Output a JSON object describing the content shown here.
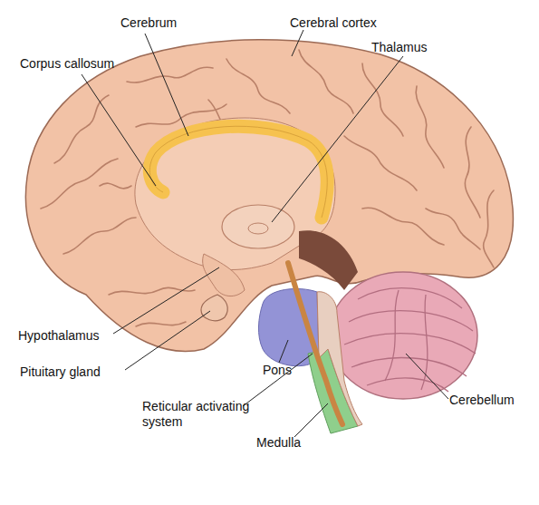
{
  "diagram": {
    "labels": [
      "Cerebrum",
      "Cerebral cortex",
      "Corpus callosum",
      "Thalamus",
      "Hypothalamus",
      "Pituitary gland",
      "Pons",
      "Reticular activating system",
      "Medulla",
      "Cerebellum"
    ]
  }
}
